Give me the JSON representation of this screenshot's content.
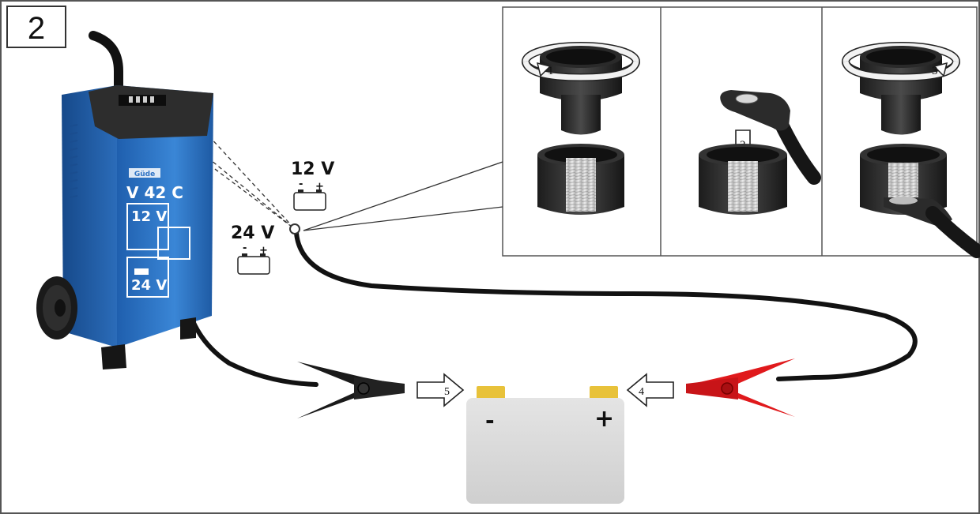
{
  "step_number": "2",
  "voltage_labels": {
    "v12": "12 V",
    "v24": "24 V"
  },
  "mini_battery": {
    "minus": "-",
    "plus": "+"
  },
  "charger_front": {
    "brand": "Güde",
    "model": "V 42 C",
    "voltage_12": "12 V",
    "voltage_24": "24 V"
  },
  "detail_steps": {
    "step1": "1",
    "step2": "2",
    "step3": "3"
  },
  "clamp_steps": {
    "step4": "4",
    "step5": "5"
  },
  "battery": {
    "minus": "-",
    "plus": "+"
  },
  "colors": {
    "charger_blue": "#2f73c4",
    "clamp_red": "#e0191c",
    "clamp_black": "#1a1a1a",
    "battery_body": "#d9d9d9",
    "terminal": "#e8c23a",
    "thread": "#cfcfcf"
  }
}
